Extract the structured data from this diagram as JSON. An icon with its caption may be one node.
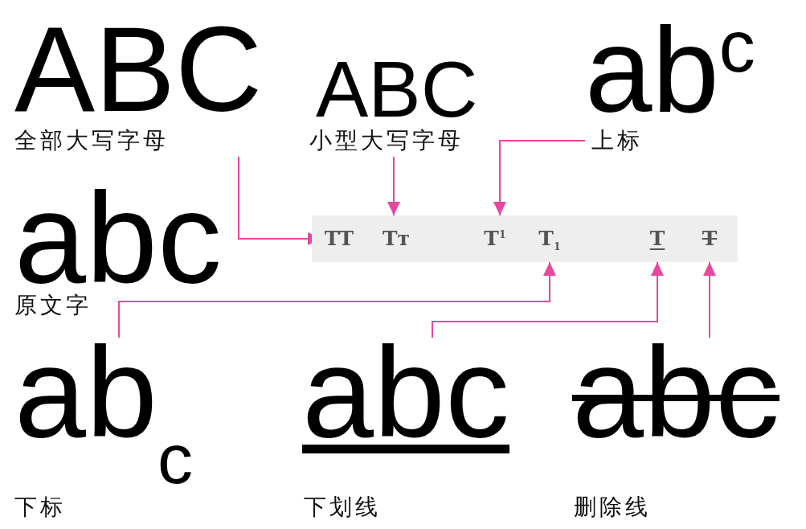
{
  "diagram": {
    "nodes": [
      {
        "text": [
          "ABC"
        ],
        "beside": [
          "全部大写字母"
        ]
      },
      {
        "text": [
          "ABC"
        ],
        "beside": [
          "小型大写字母"
        ]
      },
      {
        "text": [
          "ab$^{c}$"
        ],
        "beside": [
          "上标"
        ]
      },
      {
        "text": [
          "abc"
        ],
        "beside": [
          "原文字"
        ]
      },
      {
        "text": [],
        "shape": "bar"
      },
      {
        "text": [
          "TT"
        ],
        "in": 4
      },
      {
        "text": [
          "Tᴛ"
        ],
        "in": 4
      },
      {
        "text": [
          "T$^{1}$"
        ],
        "in": 4
      },
      {
        "text": [
          "T$_{1}$"
        ],
        "in": 4
      },
      {
        "text": [
          "T"
        ],
        "in": 4
      },
      {
        "text": [
          "T"
        ],
        "in": 4
      },
      {
        "text": [
          "ab$_{c}$"
        ],
        "beside": [
          "下标"
        ]
      },
      {
        "text": [
          "abc"
        ],
        "beside": [
          "下划线"
        ]
      },
      {
        "text": [
          "abc"
        ],
        "beside": [
          "删除线"
        ]
      }
    ],
    "edges": [
      {
        "from": 0,
        "to": 5,
        "arrow": "to"
      },
      {
        "from": 1,
        "to": 6,
        "arrow": "to"
      },
      {
        "from": 2,
        "to": 7,
        "arrow": "to"
      },
      {
        "from": 11,
        "to": 8,
        "arrow": "to"
      },
      {
        "from": 12,
        "to": 9,
        "arrow": "to"
      },
      {
        "from": 13,
        "to": 10,
        "arrow": "to"
      }
    ]
  }
}
